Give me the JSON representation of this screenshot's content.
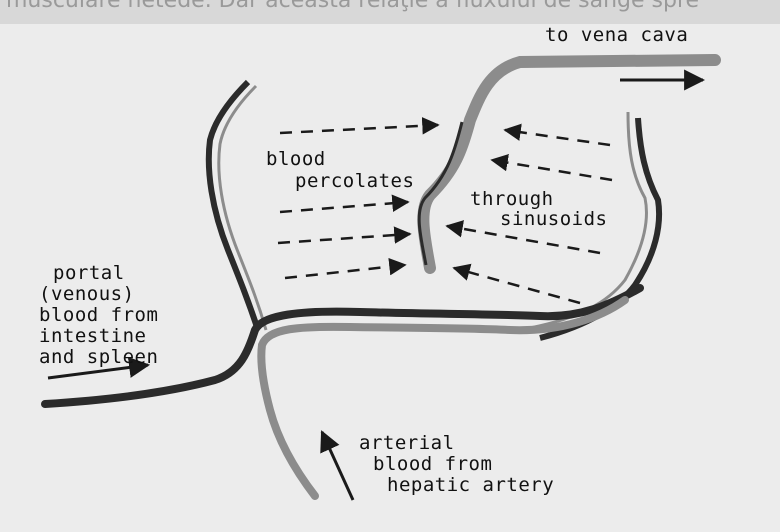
{
  "background_text": "musculare netede. Dar această relaţie a fluxului de sânge spre",
  "labels": {
    "to_vena_cava": "to vena cava",
    "blood": "blood",
    "percolates": "percolates",
    "through": "through",
    "sinusoids": "sinusoids",
    "portal_line1": "portal",
    "portal_line2": "(venous)",
    "portal_line3": "blood from",
    "portal_line4": "intestine",
    "portal_line5": "and spleen",
    "arterial_line1": "arterial",
    "arterial_line2": "blood from",
    "arterial_line3": "hepatic artery"
  },
  "colors": {
    "dark_vessel": "#2b2b2b",
    "light_vessel": "#8c8c8c",
    "arrow": "#1a1a1a"
  }
}
